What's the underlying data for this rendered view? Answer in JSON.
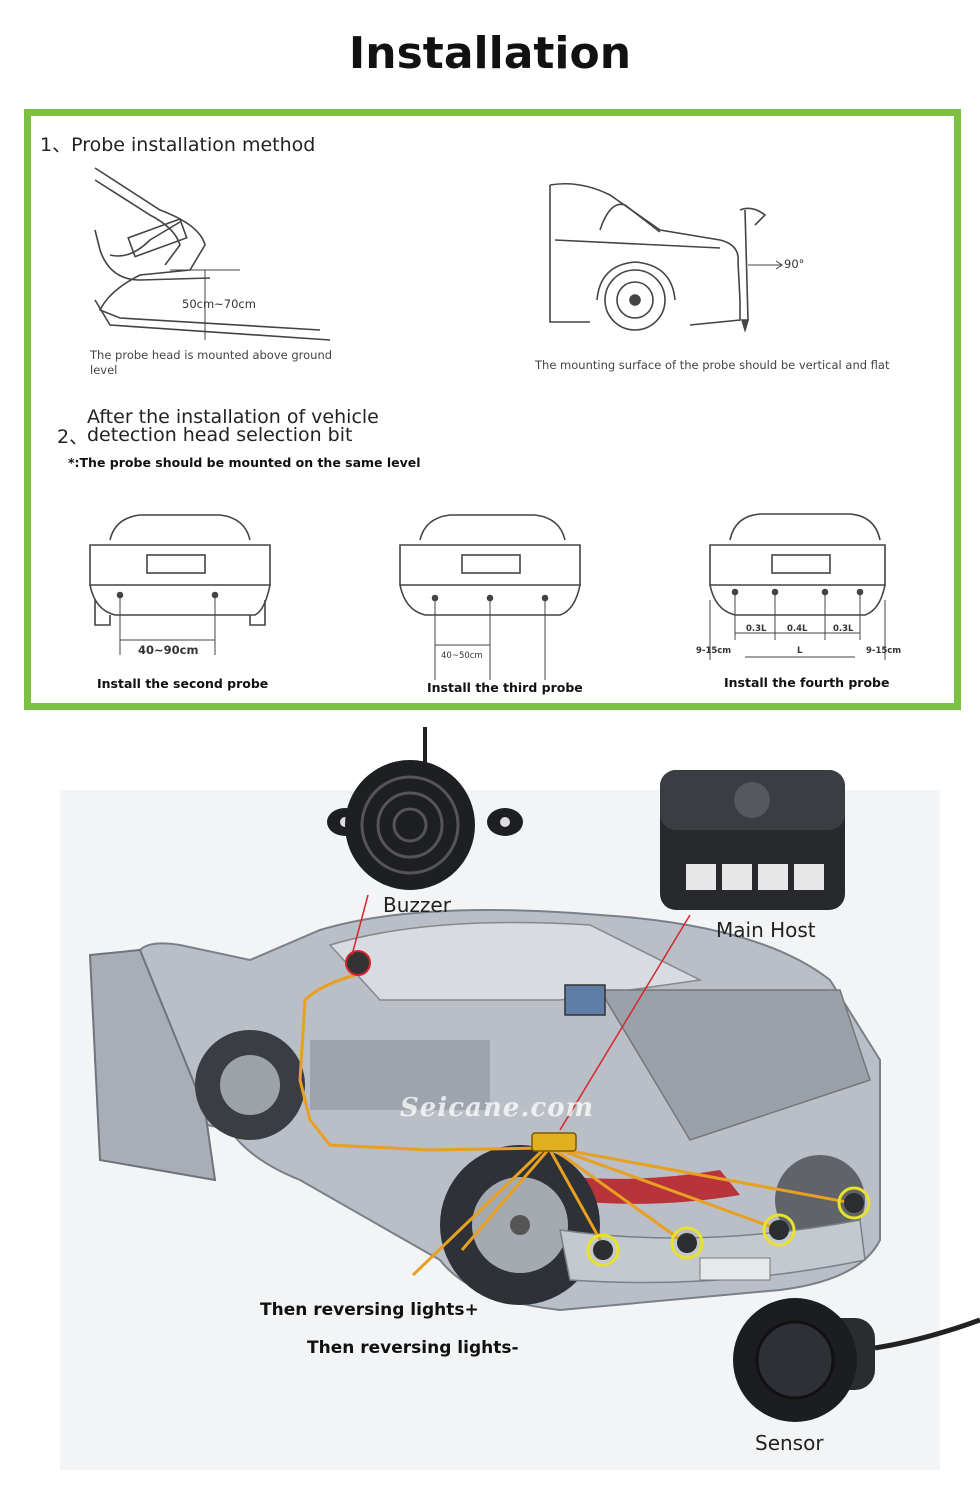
{
  "page": {
    "title": "Installation"
  },
  "diagram": {
    "step1": {
      "heading": "1、Probe installation method",
      "height_range": "50cm~70cm",
      "left_caption_line1": "The probe head is mounted above ground",
      "left_caption_line2": "level",
      "angle": "90°",
      "right_caption": "The mounting surface of the probe should be vertical and flat"
    },
    "step2": {
      "number": "2、",
      "heading_line1": "After the installation of vehicle",
      "heading_line2": "detection head selection bit",
      "note": "*:The probe should be mounted on the same level"
    },
    "probe_layouts": [
      {
        "caption": "Install the second probe",
        "spacing": "40~90cm"
      },
      {
        "caption": "Install the third probe",
        "spacing": "40~50cm"
      },
      {
        "caption": "Install the fourth probe",
        "left_margin": "9-15cm",
        "right_margin": "9-15cm",
        "seg_a": "0.3L",
        "seg_b": "0.4L",
        "seg_c": "0.3L",
        "total": "L"
      }
    ]
  },
  "components": {
    "buzzer": "Buzzer",
    "main_host": "Main Host",
    "sensor": "Sensor",
    "wire_positive": "Then reversing lights+",
    "wire_negative": "Then reversing lights-",
    "watermark": "Seicane.com"
  },
  "colors": {
    "panel_border": "#7bc043",
    "wire": "#e8a020",
    "pointer": "#d6262b",
    "sensor_ring": "#e6e22e"
  }
}
